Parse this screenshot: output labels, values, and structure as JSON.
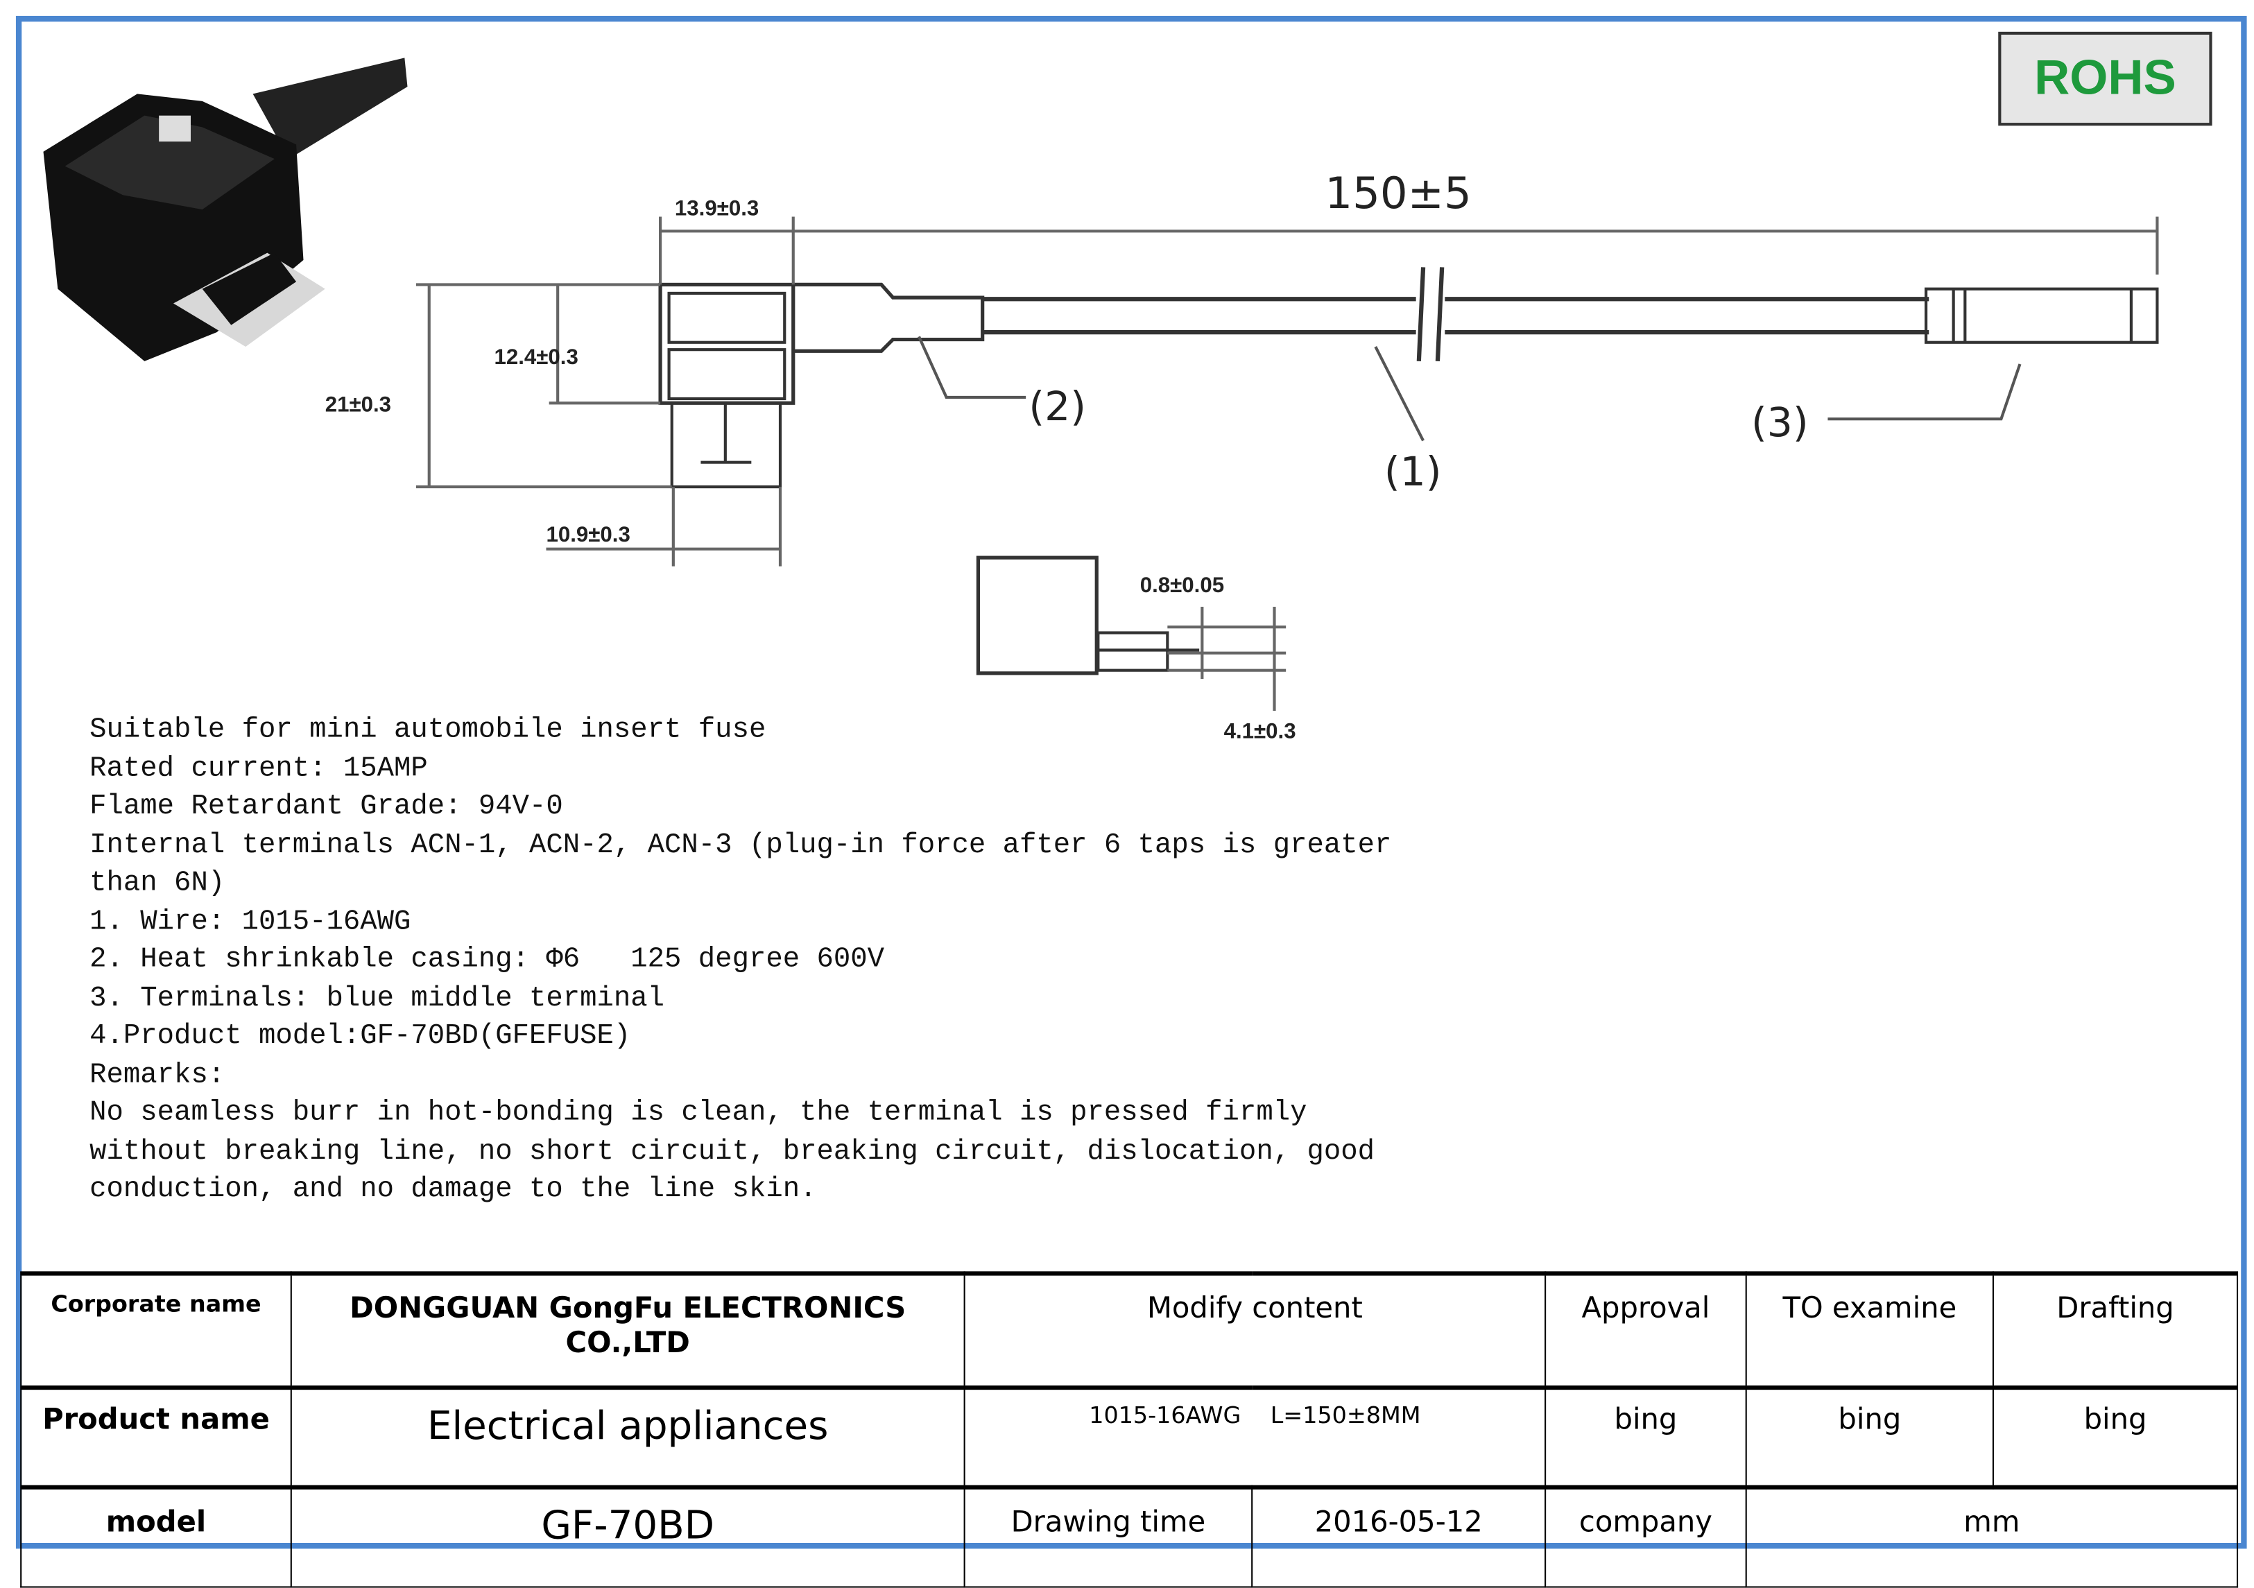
{
  "badge": {
    "label": "ROHS",
    "color": "#1e9a3c"
  },
  "frame_color": "#4a86d0",
  "drawing": {
    "overall_length": "150±5",
    "width_top": "13.9±0.3",
    "height_inner": "12.4±0.3",
    "height_total": "21±0.3",
    "blade_width": "10.9±0.3",
    "blade_thickness": "0.8±0.05",
    "side_height": "4.1±0.3",
    "callout_1": "(1)",
    "callout_2": "(2)",
    "callout_3": "(3)"
  },
  "notes": [
    "Suitable for mini automobile insert fuse",
    "Rated current: 15AMP",
    "Flame Retardant Grade: 94V-0",
    "Internal terminals ACN-1, ACN-2, ACN-3 (plug-in force after 6 taps is greater",
    "than 6N)",
    "1. Wire: 1015-16AWG",
    "2. Heat shrinkable casing: Φ6   125 degree 600V",
    "3. Terminals: blue middle terminal",
    "4.Product model:GF-70BD(GFEFUSE)",
    "Remarks:",
    "No seamless burr in hot-bonding is clean, the terminal is pressed firmly",
    "without breaking line, no short circuit, breaking circuit, dislocation, good",
    "conduction, and no damage to the line skin."
  ],
  "title_block": {
    "corporate_name_label": "Corporate name",
    "corporate_name": "DONGGUAN GongFu ELECTRONICS CO.,LTD",
    "modify_content_label": "Modify content",
    "approval_label": "Approval",
    "examine_label": "TO examine",
    "drafting_label": "Drafting",
    "product_name_label": "Product name",
    "product_name": "Electrical appliances",
    "modify_content": "1015-16AWG    L=150±8MM",
    "approval": "bing",
    "examine": "bing",
    "drafting": "bing",
    "model_label": "model",
    "model": "GF-70BD",
    "drawing_time_label": "Drawing time",
    "drawing_time": "2016-05-12",
    "company_label": "company",
    "unit": "mm"
  }
}
